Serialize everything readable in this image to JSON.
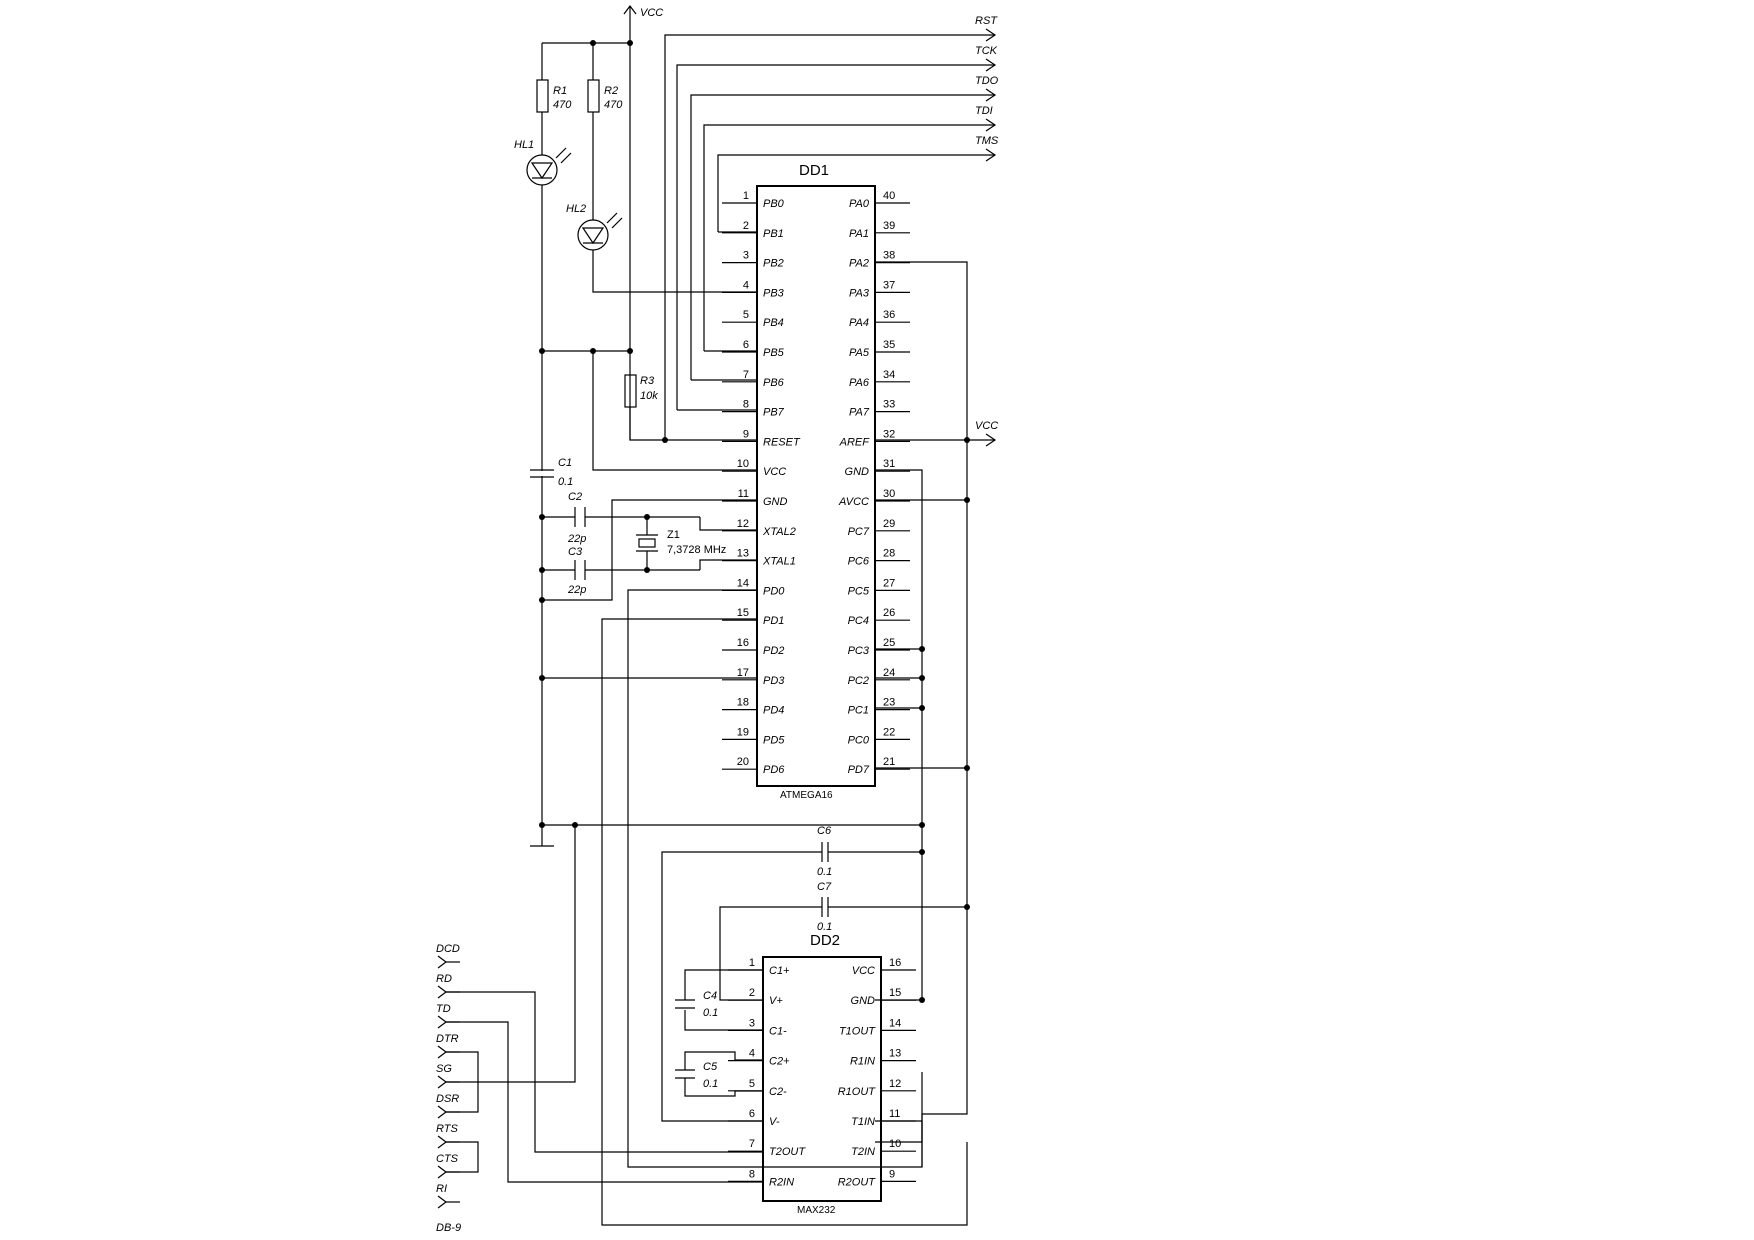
{
  "dd1": {
    "designator": "DD1",
    "part": "ATMEGA16",
    "left_pins": [
      {
        "num": "1",
        "name": "PB0"
      },
      {
        "num": "2",
        "name": "PB1"
      },
      {
        "num": "3",
        "name": "PB2"
      },
      {
        "num": "4",
        "name": "PB3"
      },
      {
        "num": "5",
        "name": "PB4"
      },
      {
        "num": "6",
        "name": "PB5"
      },
      {
        "num": "7",
        "name": "PB6"
      },
      {
        "num": "8",
        "name": "PB7"
      },
      {
        "num": "9",
        "name": "RESET"
      },
      {
        "num": "10",
        "name": "VCC"
      },
      {
        "num": "11",
        "name": "GND"
      },
      {
        "num": "12",
        "name": "XTAL2"
      },
      {
        "num": "13",
        "name": "XTAL1"
      },
      {
        "num": "14",
        "name": "PD0"
      },
      {
        "num": "15",
        "name": "PD1"
      },
      {
        "num": "16",
        "name": "PD2"
      },
      {
        "num": "17",
        "name": "PD3"
      },
      {
        "num": "18",
        "name": "PD4"
      },
      {
        "num": "19",
        "name": "PD5"
      },
      {
        "num": "20",
        "name": "PD6"
      }
    ],
    "right_pins": [
      {
        "num": "40",
        "name": "PA0"
      },
      {
        "num": "39",
        "name": "PA1"
      },
      {
        "num": "38",
        "name": "PA2"
      },
      {
        "num": "37",
        "name": "PA3"
      },
      {
        "num": "36",
        "name": "PA4"
      },
      {
        "num": "35",
        "name": "PA5"
      },
      {
        "num": "34",
        "name": "PA6"
      },
      {
        "num": "33",
        "name": "PA7"
      },
      {
        "num": "32",
        "name": "AREF"
      },
      {
        "num": "31",
        "name": "GND"
      },
      {
        "num": "30",
        "name": "AVCC"
      },
      {
        "num": "29",
        "name": "PC7"
      },
      {
        "num": "28",
        "name": "PC6"
      },
      {
        "num": "27",
        "name": "PC5"
      },
      {
        "num": "26",
        "name": "PC4"
      },
      {
        "num": "25",
        "name": "PC3"
      },
      {
        "num": "24",
        "name": "PC2"
      },
      {
        "num": "23",
        "name": "PC1"
      },
      {
        "num": "22",
        "name": "PC0"
      },
      {
        "num": "21",
        "name": "PD7"
      }
    ]
  },
  "dd2": {
    "designator": "DD2",
    "part": "MAX232",
    "left_pins": [
      {
        "num": "1",
        "name": "C1+"
      },
      {
        "num": "2",
        "name": "V+"
      },
      {
        "num": "3",
        "name": "C1-"
      },
      {
        "num": "4",
        "name": "C2+"
      },
      {
        "num": "5",
        "name": "C2-"
      },
      {
        "num": "6",
        "name": "V-"
      },
      {
        "num": "7",
        "name": "T2OUT"
      },
      {
        "num": "8",
        "name": "R2IN"
      }
    ],
    "right_pins": [
      {
        "num": "16",
        "name": "VCC"
      },
      {
        "num": "15",
        "name": "GND"
      },
      {
        "num": "14",
        "name": "T1OUT"
      },
      {
        "num": "13",
        "name": "R1IN"
      },
      {
        "num": "12",
        "name": "R1OUT"
      },
      {
        "num": "11",
        "name": "T1IN"
      },
      {
        "num": "10",
        "name": "T2IN"
      },
      {
        "num": "9",
        "name": "R2OUT"
      }
    ]
  },
  "jtag_signals": [
    "RST",
    "TCK",
    "TDO",
    "TDI",
    "TMS"
  ],
  "vcc_top": "VCC",
  "vcc_right": "VCC",
  "components": {
    "r1": {
      "ref": "R1",
      "value": "470"
    },
    "r2": {
      "ref": "R2",
      "value": "470"
    },
    "r3": {
      "ref": "R3",
      "value": "10k"
    },
    "hl1": {
      "ref": "HL1"
    },
    "hl2": {
      "ref": "HL2"
    },
    "c1": {
      "ref": "C1",
      "value": "0.1"
    },
    "c2": {
      "ref": "C2",
      "value": "22p"
    },
    "c3": {
      "ref": "C3",
      "value": "22p"
    },
    "z1": {
      "ref": "Z1",
      "value": "7,3728 MHz"
    },
    "c4": {
      "ref": "C4",
      "value": "0.1"
    },
    "c5": {
      "ref": "C5",
      "value": "0.1"
    },
    "c6": {
      "ref": "C6",
      "value": "0.1"
    },
    "c7": {
      "ref": "C7",
      "value": "0.1"
    }
  },
  "db9": {
    "name": "DB-9",
    "pins": [
      "DCD",
      "RD",
      "TD",
      "DTR",
      "SG",
      "DSR",
      "RTS",
      "CTS",
      "RI"
    ]
  }
}
